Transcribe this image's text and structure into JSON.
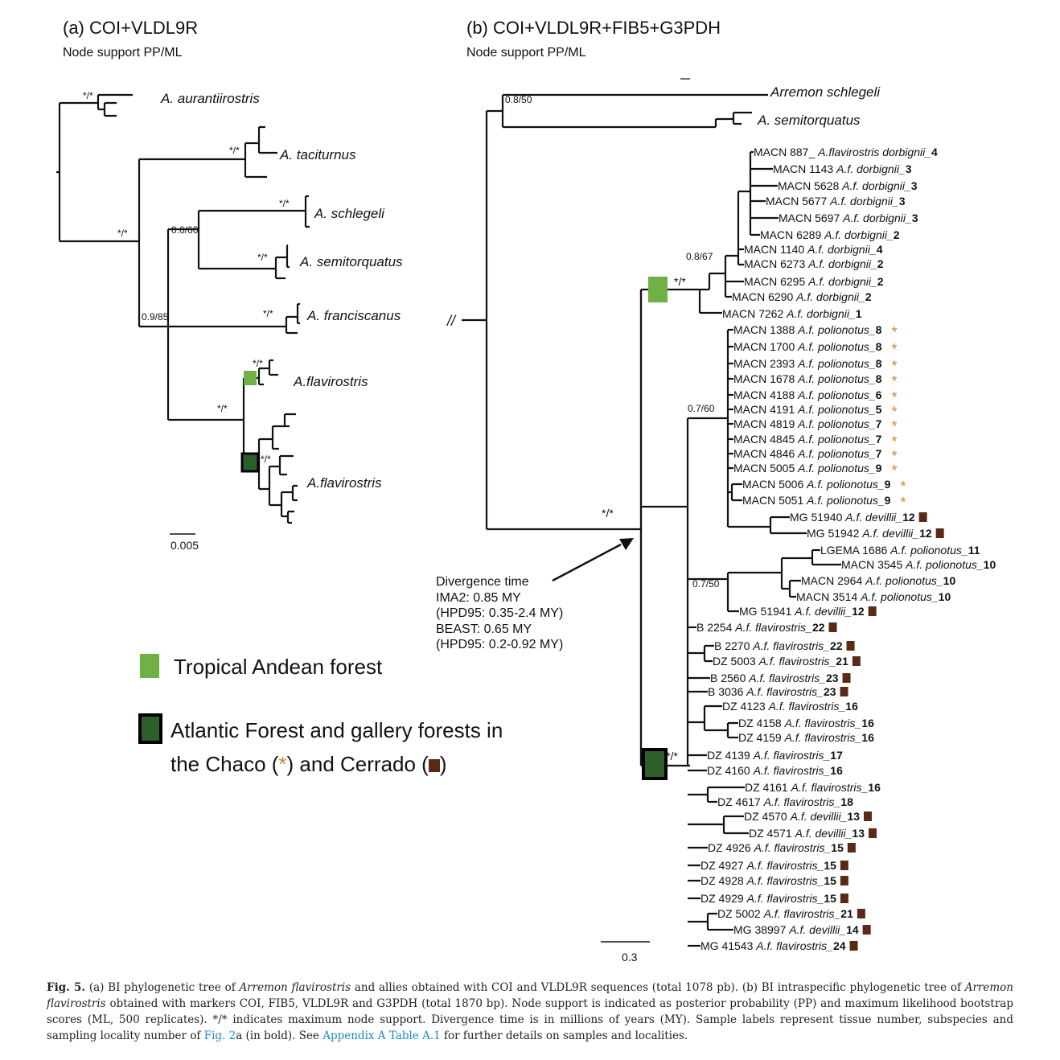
{
  "panel_a": {
    "title": "(a) COI+VLDL9R",
    "subtitle": "Node support PP/ML",
    "taxa": [
      "A. aurantiirostris",
      "A. taciturnus",
      "A. schlegeli",
      "A. semitorquatus",
      "A. franciscanus",
      "A.flavirostris",
      "A.flavirostris"
    ],
    "supports": [
      "*/*",
      "*/*",
      "*/*",
      "*/*",
      "*/*",
      "*/*",
      "*/*",
      "*/*",
      "*/*",
      "0.6/60",
      "0.9/85"
    ],
    "scale": "0.005"
  },
  "panel_b": {
    "title": "(b) COI+VLDL9R+FIB5+G3PDH",
    "subtitle": "Node support PP/ML",
    "outgroups": [
      "Arremon schlegeli",
      "A. semitorquatus"
    ],
    "supports": [
      "0.8/50",
      "0.8/67",
      "*/*",
      "0.7/60",
      "*/*",
      "0.7/50",
      "*/*"
    ],
    "break_mark": "//",
    "scale": "0.3",
    "leaves": [
      {
        "id": "MACN 887_ ",
        "sp": "A.flavirostris dorbignii_",
        "loc": "4",
        "mark": ""
      },
      {
        "id": "MACN 1143 ",
        "sp": "A.f. dorbignii_",
        "loc": "3",
        "mark": ""
      },
      {
        "id": "MACN 5628 ",
        "sp": "A.f. dorbignii_",
        "loc": "3",
        "mark": ""
      },
      {
        "id": "MACN 5677 ",
        "sp": "A.f. dorbignii_",
        "loc": "3",
        "mark": ""
      },
      {
        "id": "MACN 5697 ",
        "sp": "A.f. dorbignii_",
        "loc": "3",
        "mark": ""
      },
      {
        "id": "MACN 6289 ",
        "sp": "A.f. dorbignii_",
        "loc": "2",
        "mark": ""
      },
      {
        "id": "MACN 1140 ",
        "sp": "A.f. dorbignii_",
        "loc": "4",
        "mark": ""
      },
      {
        "id": "MACN 6273 ",
        "sp": "A.f. dorbignii_",
        "loc": "2",
        "mark": ""
      },
      {
        "id": "MACN 6295 ",
        "sp": "A.f. dorbignii_",
        "loc": "2",
        "mark": ""
      },
      {
        "id": "MACN 6290 ",
        "sp": "A.f. dorbignii_",
        "loc": "2",
        "mark": ""
      },
      {
        "id": "MACN 7262 ",
        "sp": "A.f. dorbignii_",
        "loc": "1",
        "mark": ""
      },
      {
        "id": "MACN 1388 ",
        "sp": "A.f. polionotus_",
        "loc": "8",
        "mark": "star"
      },
      {
        "id": "MACN 1700 ",
        "sp": "A.f. polionotus_",
        "loc": "8",
        "mark": "star"
      },
      {
        "id": "MACN 2393 ",
        "sp": "A.f. polionotus_",
        "loc": "8",
        "mark": "star"
      },
      {
        "id": "MACN 1678 ",
        "sp": "A.f. polionotus_",
        "loc": "8",
        "mark": "star"
      },
      {
        "id": "MACN 4188 ",
        "sp": "A.f. polionotus_",
        "loc": "6",
        "mark": "star"
      },
      {
        "id": "MACN 4191 ",
        "sp": "A.f. polionotus_",
        "loc": "5",
        "mark": "star"
      },
      {
        "id": "MACN 4819 ",
        "sp": "A.f. polionotus_",
        "loc": "7",
        "mark": "star"
      },
      {
        "id": "MACN 4845 ",
        "sp": "A.f. polionotus_",
        "loc": "7",
        "mark": "star"
      },
      {
        "id": "MACN 4846 ",
        "sp": "A.f. polionotus_",
        "loc": "7",
        "mark": "star"
      },
      {
        "id": "MACN 5005 ",
        "sp": "A.f. polionotus_",
        "loc": "9",
        "mark": "star"
      },
      {
        "id": "MACN 5006 ",
        "sp": "A.f. polionotus_",
        "loc": "9",
        "mark": "star"
      },
      {
        "id": "MACN 5051 ",
        "sp": "A.f. polionotus_",
        "loc": "9",
        "mark": "star"
      },
      {
        "id": "MG 51940 ",
        "sp": "A.f. devillii_",
        "loc": "12",
        "mark": "square"
      },
      {
        "id": "MG 51942 ",
        "sp": "A.f. devillii_",
        "loc": "12",
        "mark": "square"
      },
      {
        "id": "LGEMA 1686 ",
        "sp": "A.f. polionotus_",
        "loc": "11",
        "mark": ""
      },
      {
        "id": "MACN 3545 ",
        "sp": "A.f. polionotus_",
        "loc": "10",
        "mark": ""
      },
      {
        "id": "MACN 2964 ",
        "sp": "A.f. polionotus_",
        "loc": "10",
        "mark": ""
      },
      {
        "id": "MACN 3514 ",
        "sp": "A.f. polionotus_",
        "loc": "10",
        "mark": ""
      },
      {
        "id": "MG 51941 ",
        "sp": "A.f. devillii_",
        "loc": "12",
        "mark": "square"
      },
      {
        "id": "B 2254 ",
        "sp": "A.f. flavirostris_",
        "loc": "22",
        "mark": "square"
      },
      {
        "id": "B 2270 ",
        "sp": "A.f. flavirostris_",
        "loc": "22",
        "mark": "square"
      },
      {
        "id": "DZ 5003 ",
        "sp": "A.f. flavirostris_",
        "loc": "21",
        "mark": "square"
      },
      {
        "id": "B 2560 ",
        "sp": "A.f. flavirostris_",
        "loc": "23",
        "mark": "square"
      },
      {
        "id": "B 3036 ",
        "sp": "A.f. flavirostris_",
        "loc": "23",
        "mark": "square"
      },
      {
        "id": "DZ 4123 ",
        "sp": "A.f. flavirostris_",
        "loc": "16",
        "mark": ""
      },
      {
        "id": "DZ 4158 ",
        "sp": "A.f. flavirostris_",
        "loc": "16",
        "mark": ""
      },
      {
        "id": "DZ 4159 ",
        "sp": "A.f. flavirostris_",
        "loc": "16",
        "mark": ""
      },
      {
        "id": "DZ 4139 ",
        "sp": "A.f. flavirostris_",
        "loc": "17",
        "mark": ""
      },
      {
        "id": "DZ 4160 ",
        "sp": "A.f. flavirostris_",
        "loc": "16",
        "mark": ""
      },
      {
        "id": "DZ 4161 ",
        "sp": "A.f. flavirostris_",
        "loc": "16",
        "mark": ""
      },
      {
        "id": "DZ 4617 ",
        "sp": "A.f. flavirostris_",
        "loc": "18",
        "mark": ""
      },
      {
        "id": "DZ 4570 ",
        "sp": "A.f. devillii_",
        "loc": "13",
        "mark": "square"
      },
      {
        "id": "DZ 4571 ",
        "sp": "A.f. devillii_",
        "loc": "13",
        "mark": "square"
      },
      {
        "id": "DZ 4926 ",
        "sp": "A.f. flavirostris_",
        "loc": "15",
        "mark": "square"
      },
      {
        "id": "DZ 4927 ",
        "sp": "A.f. flavirostris_",
        "loc": "15",
        "mark": "square"
      },
      {
        "id": "DZ 4928 ",
        "sp": "A.f. flavirostris_",
        "loc": "15",
        "mark": "square"
      },
      {
        "id": "DZ 4929 ",
        "sp": "A.f. flavirostris_",
        "loc": "15",
        "mark": "square"
      },
      {
        "id": "DZ 5002 ",
        "sp": "A.f. flavirostris_",
        "loc": "21",
        "mark": "square"
      },
      {
        "id": "MG 38997 ",
        "sp": "A.f. devillii_",
        "loc": "14",
        "mark": "square"
      },
      {
        "id": "MG 41543 ",
        "sp": "A.f. flavirostris_",
        "loc": "24",
        "mark": "square"
      }
    ]
  },
  "divergence": {
    "lines": [
      "Divergence time",
      "IMA2: 0.85 MY",
      "(HPD95: 0.35-2.4 MY)",
      "BEAST: 0.65 MY",
      "(HPD95: 0.2-0.92 MY)"
    ]
  },
  "legend": {
    "green_label": "Tropical Andean forest",
    "dark_label_1": "Atlantic Forest and gallery forests in",
    "dark_label_2a": "the Chaco (",
    "dark_label_2b": ") and  Cerrado (",
    "dark_label_2c": ")",
    "star_glyph": "*"
  },
  "colors": {
    "green": "#6fb144",
    "dark_green": "#2e5e2a",
    "orange": "#d0862e",
    "brown": "#5a2a17",
    "link": "#1a8cc1"
  },
  "caption": {
    "fig": "Fig. 5.",
    "t1": " (a) BI phylogenetic tree of ",
    "sp1": "Arremon flavirostris",
    "t2": " and allies obtained with COI and VLDL9R sequences (total 1078 pb). (b) BI intraspecific phylogenetic tree of ",
    "sp2": "Arremon flavirostris",
    "t3": " obtained with markers COI, FIB5, VLDL9R and G3PDH (total 1870 bp). Node support is indicated as posterior probability (PP) and maximum likelihood bootstrap scores (ML, 500 replicates). */* indicates maximum node support. Divergence time is in millions of years (MY). Sample labels represent tissue number, subspecies and sampling locality number of ",
    "link1": "Fig. 2",
    "t4": "a (in bold). See ",
    "link2": "Appendix A Table A.1",
    "t5": " for further details on samples and localities."
  }
}
